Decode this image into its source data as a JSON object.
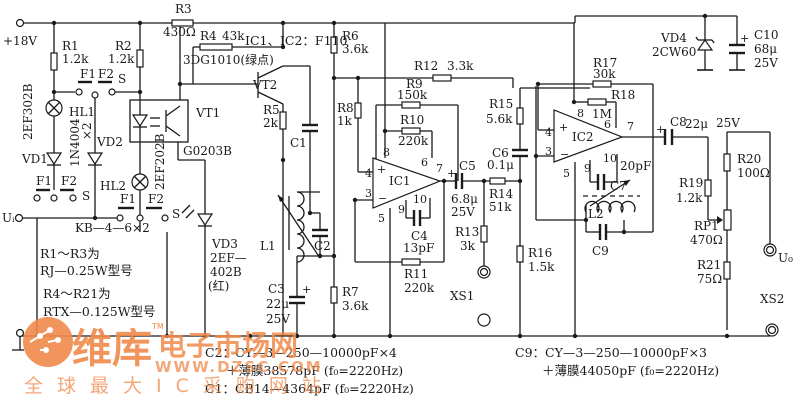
{
  "diagram": {
    "title_note": "IC1、IC2：F110",
    "supply": {
      "label": "+18V"
    },
    "input_terminal": {
      "label": "Uᵢ"
    },
    "output_terminal": {
      "label": "U₀"
    },
    "components": {
      "R1": {
        "ref": "R1",
        "value": "1.2k"
      },
      "R2": {
        "ref": "R2",
        "value": "1.2k"
      },
      "R3": {
        "ref": "R3",
        "value": "430Ω"
      },
      "R4": {
        "ref": "R4",
        "value": "43k"
      },
      "R5": {
        "ref": "R5",
        "value": "2k"
      },
      "R6": {
        "ref": "R6",
        "value": "3.6k"
      },
      "R7": {
        "ref": "R7",
        "value": "3.6k"
      },
      "R8": {
        "ref": "R8",
        "value": "1k"
      },
      "R9": {
        "ref": "R9",
        "value": "150k"
      },
      "R10": {
        "ref": "R10",
        "value": "220k"
      },
      "R11": {
        "ref": "R11",
        "value": "220k"
      },
      "R12": {
        "ref": "R12",
        "value": "3.3k"
      },
      "R13": {
        "ref": "R13",
        "value": "3k"
      },
      "R14": {
        "ref": "R14",
        "value": "51k"
      },
      "R15": {
        "ref": "R15",
        "value": "5.6k"
      },
      "R16": {
        "ref": "R16",
        "value": "1.5k"
      },
      "R17": {
        "ref": "R17",
        "value": "30k"
      },
      "R18": {
        "ref": "R18",
        "value": "1M"
      },
      "R19": {
        "ref": "R19",
        "value": "1.2k"
      },
      "R20": {
        "ref": "R20",
        "value": "100Ω"
      },
      "R21": {
        "ref": "R21",
        "value": "75Ω"
      },
      "RP1": {
        "ref": "RP1",
        "value": "470Ω"
      },
      "C1": {
        "ref": "C1"
      },
      "C2": {
        "ref": "C2"
      },
      "C3": {
        "ref": "C3",
        "value": "22μ",
        "voltage": "25V"
      },
      "C4": {
        "ref": "C4",
        "value": "13pF"
      },
      "C5": {
        "ref": "C5",
        "value": "6.8μ",
        "voltage": "25V"
      },
      "C6": {
        "ref": "C6",
        "value": "0.1μ"
      },
      "C7": {
        "ref": "C7",
        "value": "20pF"
      },
      "C8": {
        "ref": "C8",
        "value": "22μ",
        "voltage": "25V"
      },
      "C9": {
        "ref": "C9"
      },
      "C10": {
        "ref": "C10",
        "value": "68μ",
        "voltage": "25V"
      },
      "HL1": {
        "ref": "HL1",
        "part": "2EF302B"
      },
      "HL2": {
        "ref": "HL2",
        "part": "2EF202B"
      },
      "VD1": {
        "ref": "VD1"
      },
      "VD2": {
        "ref": "VD2"
      },
      "VD12_part": {
        "part": "1N4004",
        "count": "×2"
      },
      "VD3": {
        "ref": "VD3",
        "part_line1": "2EF—",
        "part_line2": "402B",
        "color_note": "(红)"
      },
      "VD4": {
        "ref": "VD4",
        "part": "2CW60"
      },
      "VT1": {
        "ref": "VT1",
        "part": "G0203B"
      },
      "VT2": {
        "ref": "VT2",
        "part": "3DG1010(绿点)"
      },
      "IC1": {
        "ref": "IC1"
      },
      "IC2": {
        "ref": "IC2"
      },
      "L1": {
        "ref": "L1"
      },
      "L2": {
        "ref": "L2"
      },
      "XS1": {
        "ref": "XS1"
      },
      "XS2": {
        "ref": "XS2"
      },
      "KB": {
        "ref": "KB—4—6×2"
      }
    },
    "switch_labels": {
      "F1": "F1",
      "F2": "F2",
      "S": "S"
    },
    "ic1_pins": {
      "p4": "4",
      "p3": "3",
      "p8": "8",
      "p6": "6",
      "p7": "7",
      "p10": "10",
      "p9": "9",
      "p5": "5",
      "plus": "+",
      "minus": "−"
    },
    "ic2_pins": {
      "p4": "4",
      "p3": "3",
      "p8": "8",
      "p6": "6",
      "p7": "7",
      "p10": "10",
      "p9": "9",
      "p5": "5",
      "plus": "+",
      "minus": "−"
    },
    "notes": {
      "resistor_note_1": "R1～R3为",
      "resistor_note_2": "RJ—0.25W型号",
      "resistor_note_3": "R4～R21为",
      "resistor_note_4": "RTX—0.125W型号",
      "c2_line1": "C2：CY—3—250—10000pF×4",
      "c2_line2": "＋薄膜38578pF (f₀=2220Hz)",
      "c1_line": "C1：CB14—4364pF (f₀=2220Hz)",
      "c9_line1": "C9：CY—3—250—10000pF×3",
      "c9_line2": "＋薄膜44050pF (f₀=2220Hz)"
    }
  },
  "watermark": {
    "brand": "维库",
    "brand2": "电子市场网",
    "url": "WWW.DZSC.COM",
    "slogan": "全球最大IC采购网站",
    "tm": "TM",
    "color": "#f08a4b"
  }
}
